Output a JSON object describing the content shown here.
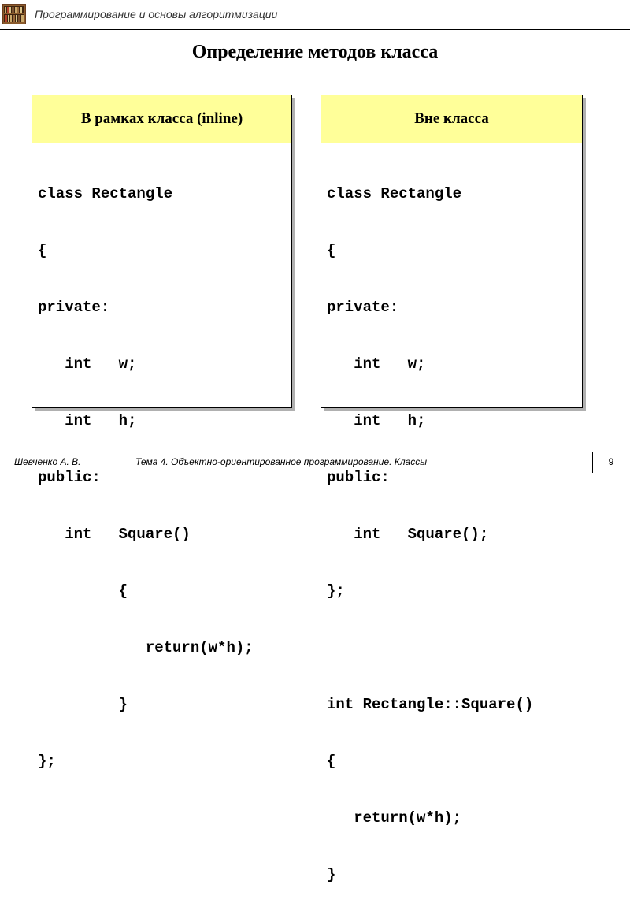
{
  "header": {
    "title": "Программирование и основы алгоритмизации"
  },
  "slide": {
    "title": "Определение методов класса"
  },
  "panels": {
    "left": {
      "heading": "В рамках класса (inline)",
      "lines": [
        "class Rectangle",
        "{",
        "private:",
        "   int   w;",
        "   int   h;",
        "public:",
        "   int   Square()",
        "         {",
        "            return(w*h);",
        "         }",
        "};"
      ]
    },
    "right": {
      "heading": "Вне класса",
      "lines": [
        "class Rectangle",
        "{",
        "private:",
        "   int   w;",
        "   int   h;",
        "public:",
        "   int   Square();",
        "};",
        "",
        "int Rectangle::Square()",
        "{",
        "   return(w*h);",
        "}"
      ]
    }
  },
  "footer": {
    "author": "Шевченко А. В.",
    "topic": "Тема 4. Объектно-ориентированное программирование. Классы",
    "page": "9"
  },
  "colors": {
    "panel_header_bg": "#ffff99",
    "shadow": "#b0b0b0"
  },
  "icons": {
    "logo": "library-bookshelf-icon"
  }
}
